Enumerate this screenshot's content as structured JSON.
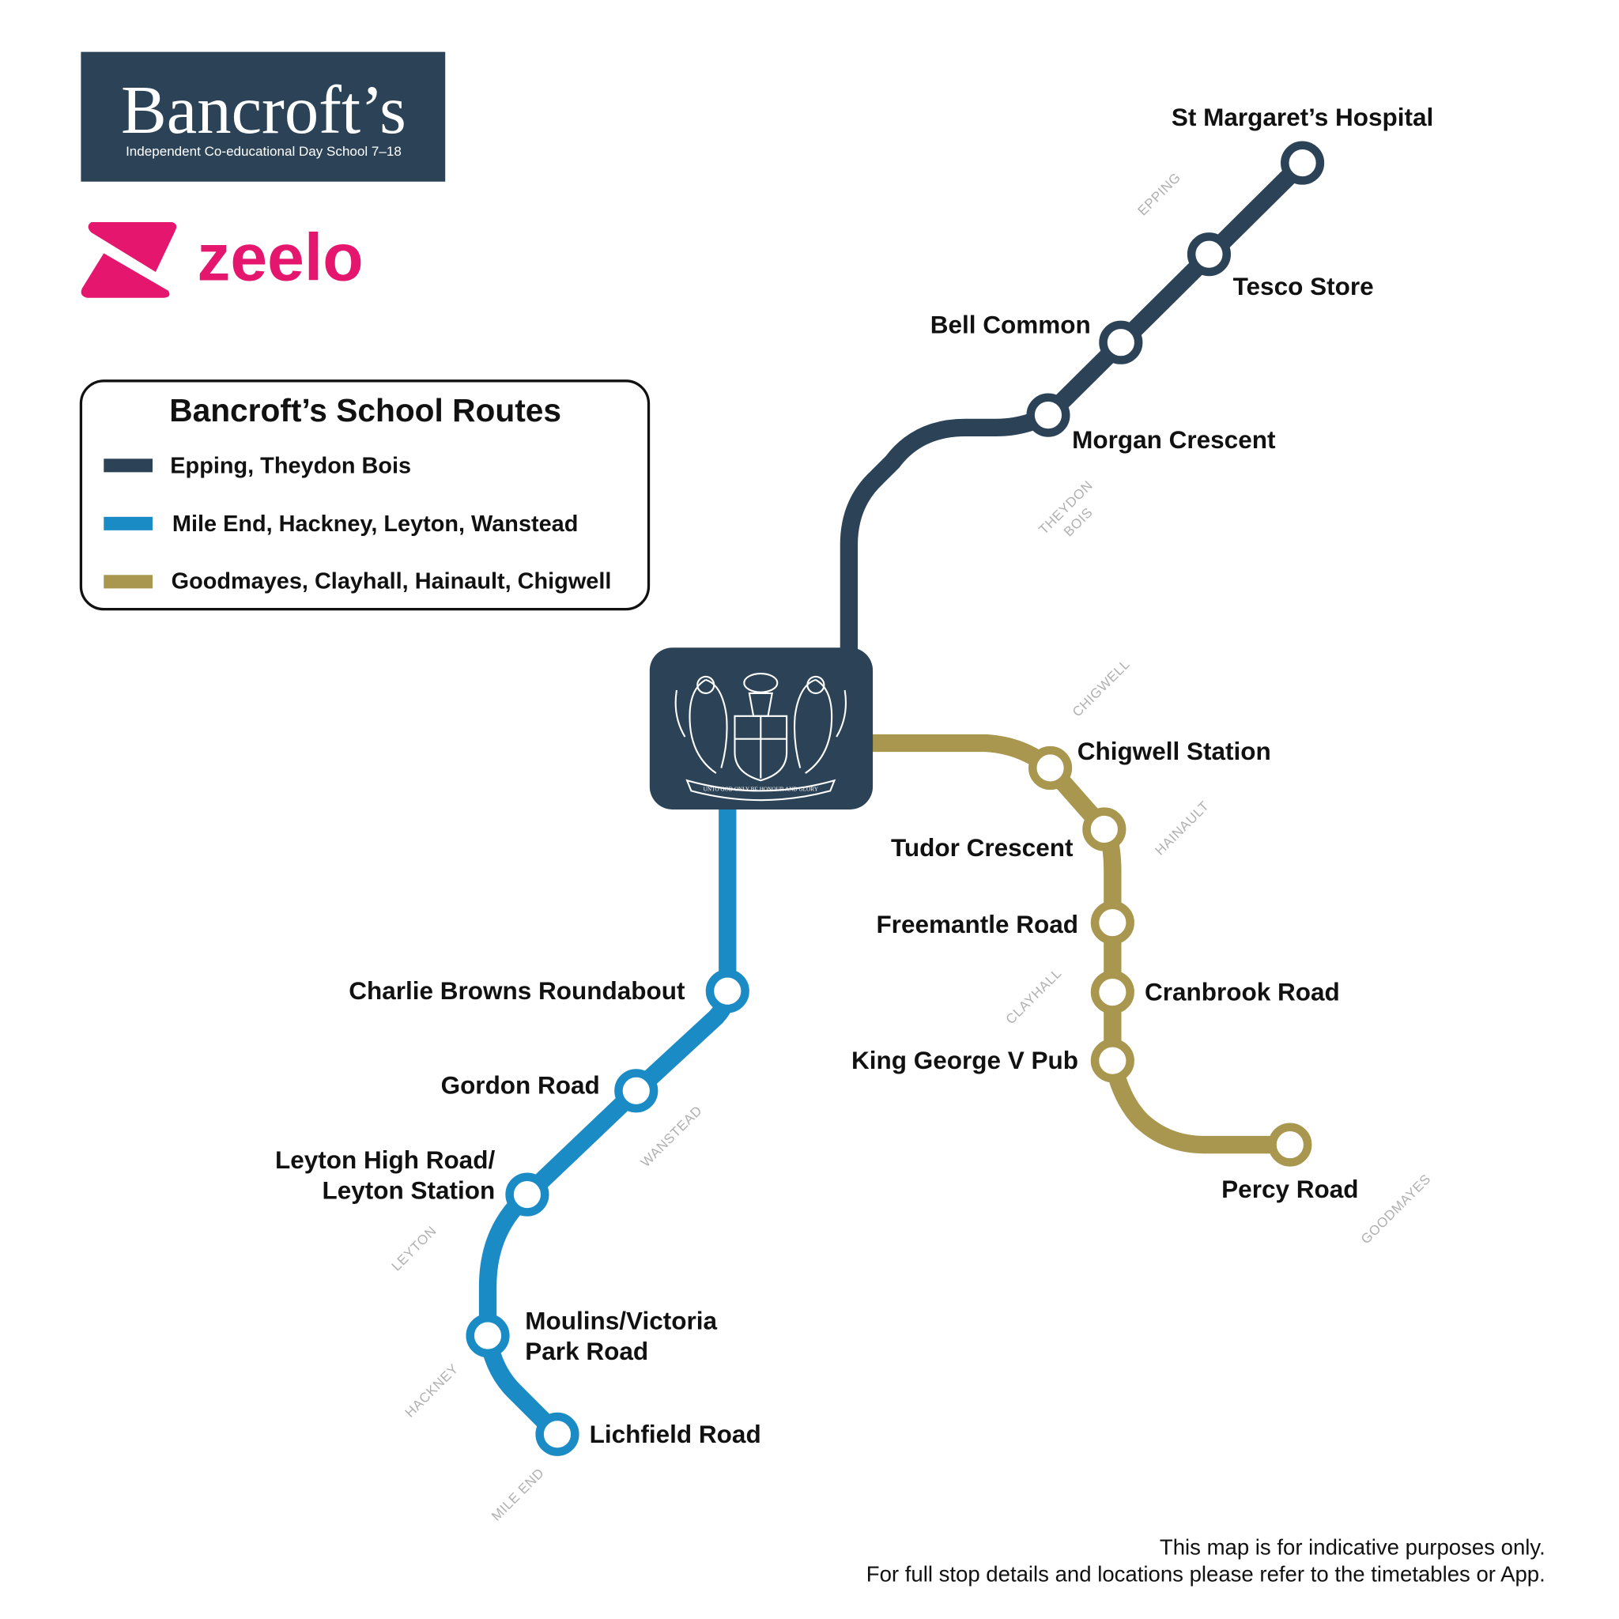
{
  "branding": {
    "school_logo_title": "Bancroft’s",
    "school_logo_subtitle": "Independent Co-educational Day School 7–18",
    "operator_logo": "zeelo",
    "crest_motto": "UNTO GOD ONLY BE HONOUR AND GLORY"
  },
  "colors": {
    "dark": "#2c4357",
    "blue": "#1b8bc6",
    "gold": "#a9964f",
    "brand_pink": "#e5166e"
  },
  "legend": {
    "title": "Bancroft’s School Routes",
    "items": [
      {
        "label": "Epping, Theydon Bois",
        "color": "#2c4357"
      },
      {
        "label": "Mile End, Hackney, Leyton, Wanstead",
        "color": "#1b8bc6"
      },
      {
        "label": "Goodmayes, Clayhall, Hainault, Chigwell",
        "color": "#a9964f"
      }
    ]
  },
  "routes": {
    "dark": {
      "stations": [
        "Morgan Crescent",
        "Bell Common",
        "Tesco Store",
        "St Margaret’s Hospital"
      ],
      "areas": [
        "EPPING",
        "THEYDON",
        "BOIS"
      ]
    },
    "blue": {
      "stations": [
        "Charlie Browns Roundabout",
        "Gordon Road",
        "Leyton High Road/",
        "Leyton Station",
        "Moulins/Victoria",
        "Park Road",
        "Lichfield Road"
      ],
      "areas": [
        "WANSTEAD",
        "LEYTON",
        "HACKNEY",
        "MILE END"
      ]
    },
    "gold": {
      "stations": [
        "Chigwell Station",
        "Tudor Crescent",
        "Freemantle Road",
        "Cranbrook Road",
        "King George V Pub",
        "Percy Road"
      ],
      "areas": [
        "CHIGWELL",
        "HAINAULT",
        "CLAYHALL",
        "GOODMAYES"
      ]
    }
  },
  "footer": {
    "line1": "This map is for indicative purposes only.",
    "line2": "For full stop details and locations please refer to the timetables or App."
  }
}
